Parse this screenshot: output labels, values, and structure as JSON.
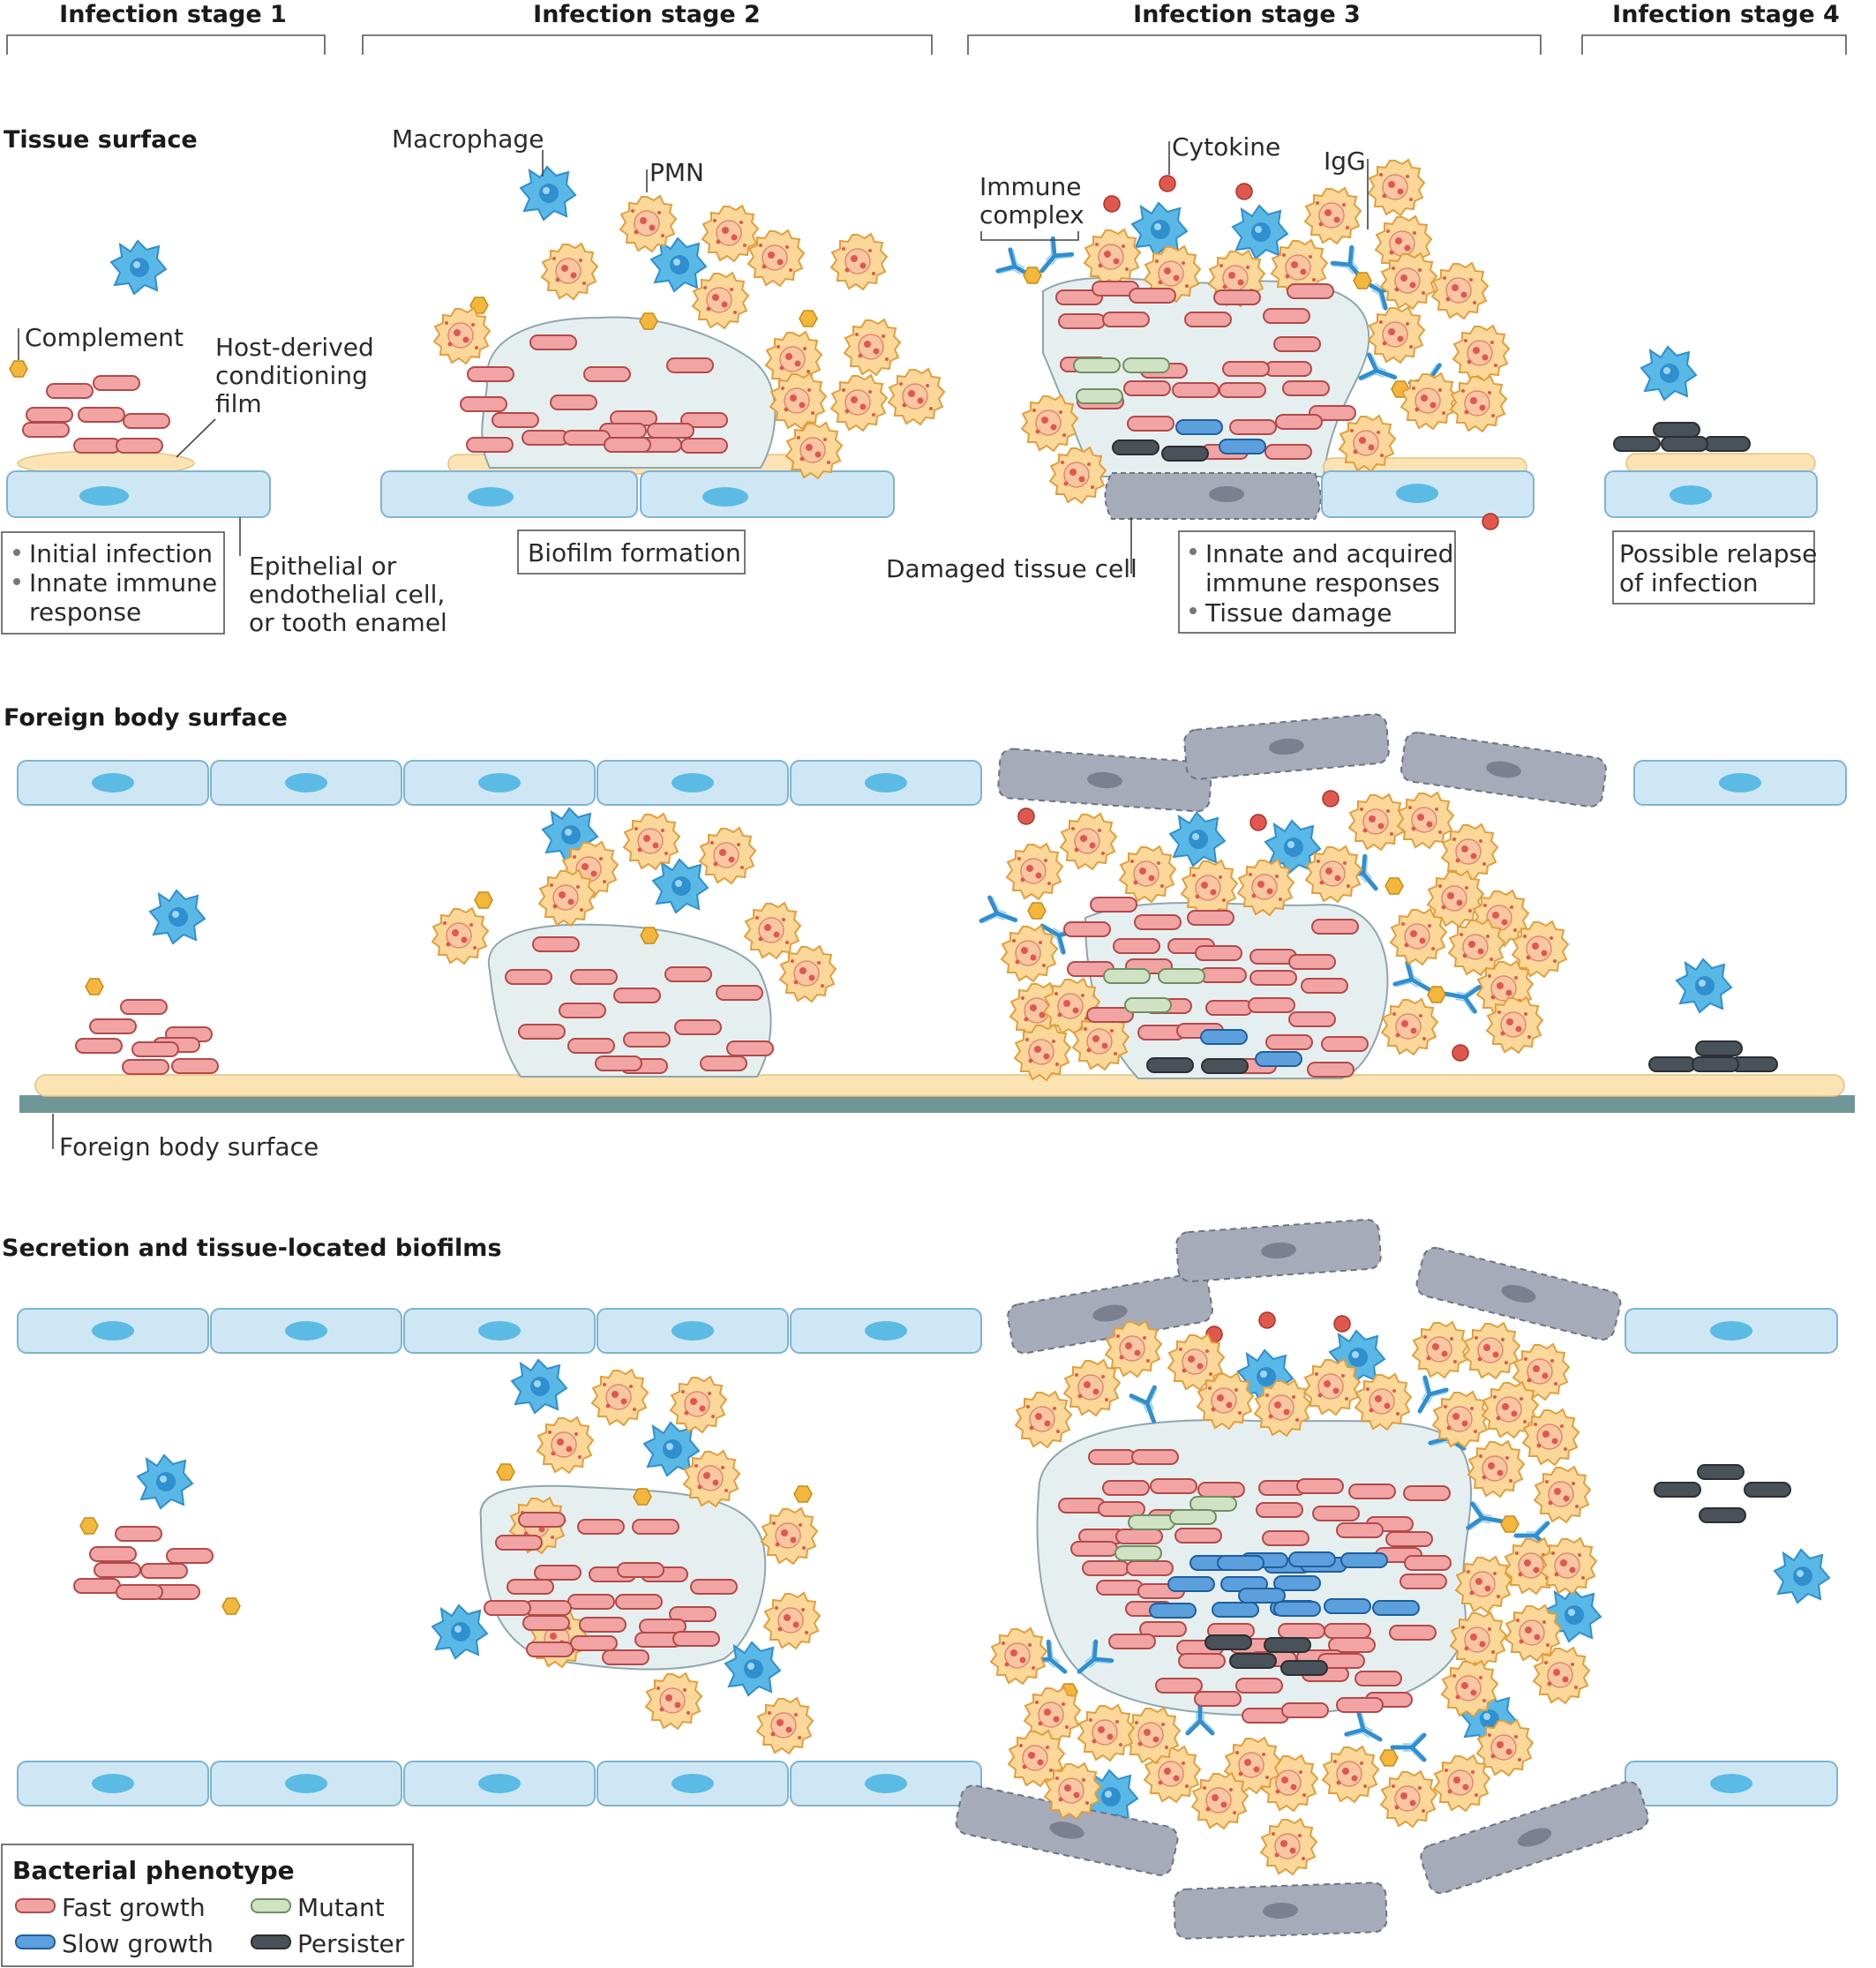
{
  "stages": [
    "Infection stage 1",
    "Infection stage 2",
    "Infection stage 3",
    "Infection stage 4"
  ],
  "sections": {
    "tissue": "Tissue surface",
    "foreign": "Foreign body surface",
    "secretion": "Secretion and tissue-located biofilms"
  },
  "labels": {
    "complement": "Complement",
    "conditioning": [
      "Host-derived",
      "conditioning",
      "film"
    ],
    "epithelial": [
      "Epithelial or",
      "endothelial cell,",
      "or tooth enamel"
    ],
    "macrophage": "Macrophage",
    "pmn": "PMN",
    "immune_complex": [
      "Immune",
      "complex"
    ],
    "cytokine": "Cytokine",
    "igg": "IgG",
    "damaged_cell": "Damaged tissue cell",
    "foreign_surface": "Foreign body surface"
  },
  "boxes": {
    "stage1": [
      "Initial infection",
      "Innate immune",
      "response"
    ],
    "stage2": "Biofilm formation",
    "stage3": [
      "Innate and acquired",
      "immune responses",
      "Tissue damage"
    ],
    "stage4": [
      "Possible relapse",
      "of infection"
    ]
  },
  "legend": {
    "title": "Bacterial phenotype",
    "items": [
      {
        "label": "Fast growth",
        "color": "#f2a3a3"
      },
      {
        "label": "Mutant",
        "color": "#cfe3c4"
      },
      {
        "label": "Slow growth",
        "color": "#5b9fdc"
      },
      {
        "label": "Persister",
        "color": "#4a5259"
      }
    ]
  },
  "colors": {
    "fast": "#f2a3a3",
    "fast_stroke": "#b24a4a",
    "slow": "#5b9fdc",
    "slow_stroke": "#1f5f9e",
    "mutant": "#cfe3c4",
    "mutant_stroke": "#6f8f60",
    "persister": "#4a5259",
    "persister_stroke": "#2a2f33",
    "cell": "#cfe7f5",
    "cell_stroke": "#7fb3d3",
    "nucleus": "#5bbbe4",
    "damaged": "#a6abb9",
    "biofilm": "#e6eff0",
    "film": "#fbe3b4",
    "pmn": "#fbd89a",
    "pmn_stroke": "#e39e3b",
    "macrophage": "#5ab8e6",
    "complement": "#f4b73e",
    "cytokine": "#e0584d",
    "igg": "#2f8fcf",
    "surface": "#6f9597"
  }
}
